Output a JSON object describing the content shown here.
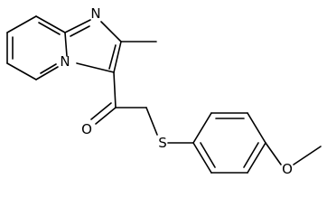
{
  "molecule": {
    "atom_labels": {
      "n_imine": "N",
      "n_bridgehead": "N",
      "o_ketone": "O",
      "s_thioether": "S",
      "o_methoxy": "O"
    }
  }
}
